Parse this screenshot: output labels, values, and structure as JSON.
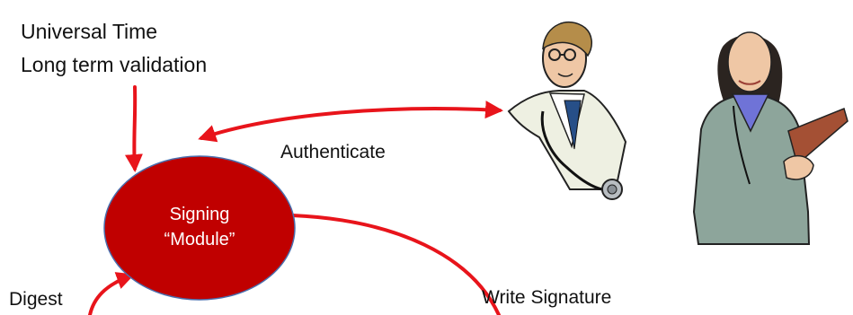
{
  "labels": {
    "universal_time": "Universal Time",
    "long_term_validation": "Long term validation",
    "authenticate": "Authenticate",
    "digest": "Digest",
    "write_signature": "Write Signature"
  },
  "module": {
    "line1": "Signing",
    "line2": "“Module”"
  },
  "icons": {
    "doctor_male": "doctor-male-clipart-icon",
    "doctor_female": "doctor-female-clipart-icon"
  },
  "colors": {
    "arrow": "#e8141b",
    "module_fill": "#c00000",
    "module_stroke": "#4a6fae",
    "male_coat": "#eef0e2",
    "female_coat": "#8da59b"
  }
}
